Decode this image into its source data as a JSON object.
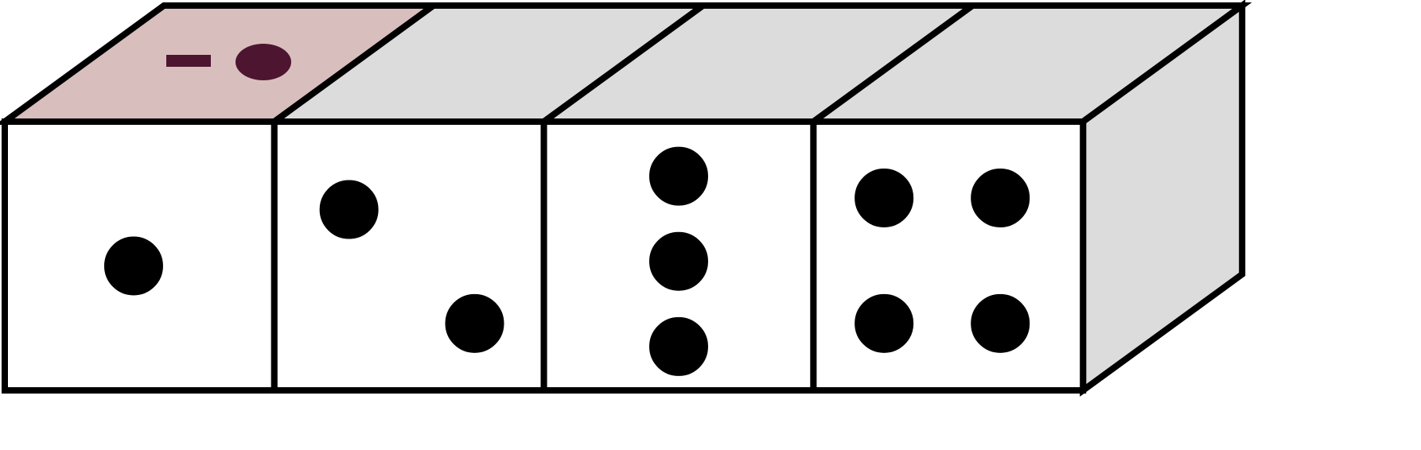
{
  "colors": {
    "background": "#ffffff",
    "outline": "#000000",
    "front_face": "#ffffff",
    "top_face": "#dcdcdc",
    "highlighted_top_face": "#d9bebe",
    "side_face": "#dcdcdc",
    "symbol": "#4d1530",
    "pip": "#000000"
  },
  "blocks": [
    {
      "pips": 1,
      "top_highlighted": true,
      "top_symbols": [
        "dash-icon",
        "oval-icon"
      ]
    },
    {
      "pips": 2,
      "top_highlighted": false,
      "top_symbols": []
    },
    {
      "pips": 3,
      "top_highlighted": false,
      "top_symbols": []
    },
    {
      "pips": 4,
      "top_highlighted": false,
      "top_symbols": []
    }
  ]
}
